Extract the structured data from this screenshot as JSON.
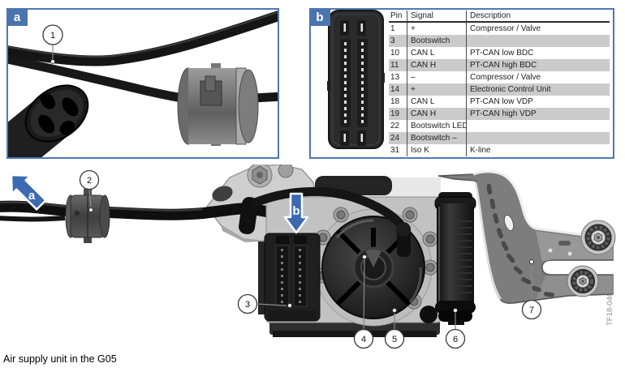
{
  "insets": {
    "a": {
      "label": "a"
    },
    "b": {
      "label": "b"
    }
  },
  "pin_table": {
    "headers": [
      "Pin",
      "Signal",
      "Description"
    ],
    "rows": [
      [
        "1",
        "+",
        "Compressor / Valve"
      ],
      [
        "3",
        "Bootswitch",
        ""
      ],
      [
        "10",
        "CAN L",
        "PT-CAN low BDC"
      ],
      [
        "11",
        "CAN H",
        "PT-CAN high BDC"
      ],
      [
        "13",
        "–",
        "Compressor / Valve"
      ],
      [
        "14",
        "+",
        "Electronic Control Unit"
      ],
      [
        "18",
        "CAN L",
        "PT-CAN low VDP"
      ],
      [
        "19",
        "CAN H",
        "PT-CAN high VDP"
      ],
      [
        "22",
        "Bootswitch LED",
        ""
      ],
      [
        "24",
        "Bootswitch –",
        ""
      ],
      [
        "31",
        "Iso K",
        "K-line"
      ]
    ]
  },
  "callouts": {
    "c1": "1",
    "c2": "2",
    "c3": "3",
    "c4": "4",
    "c5": "5",
    "c6": "6",
    "c7": "7"
  },
  "arrows": {
    "a": "a",
    "b": "b"
  },
  "caption": "Air supply unit in the G05",
  "figure_code": "TF18-0466",
  "colors": {
    "accent_blue": "#4a74ae",
    "table_row_gray": "#cbcbcb",
    "border_blue": "#4f78b0"
  }
}
